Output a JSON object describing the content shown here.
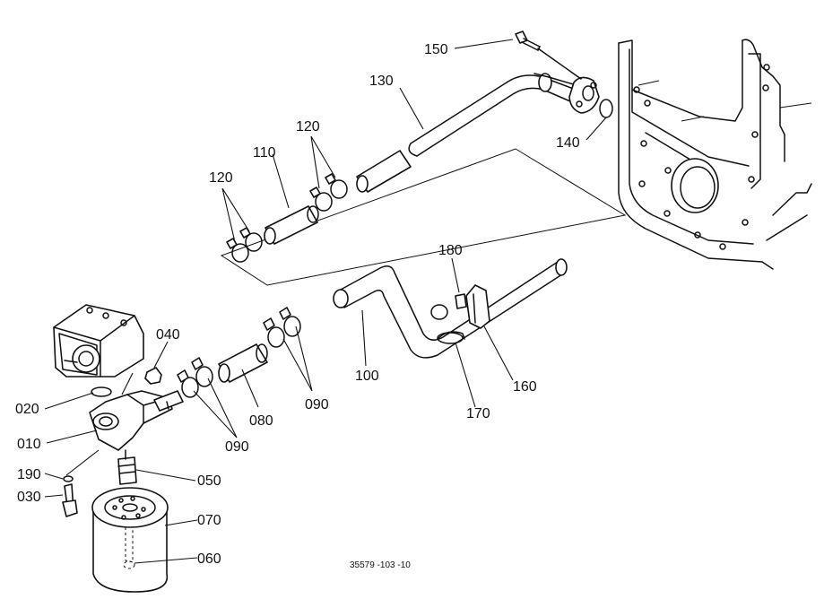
{
  "reference_code": "35579 -103 -10",
  "labels": {
    "p010": "010",
    "p020": "020",
    "p030": "030",
    "p040": "040",
    "p050": "050",
    "p060": "060",
    "p070": "070",
    "p080": "080",
    "p090a": "090",
    "p090b": "090",
    "p100": "100",
    "p110": "110",
    "p120a": "120",
    "p120b": "120",
    "p130": "130",
    "p140": "140",
    "p150": "150",
    "p160": "160",
    "p170": "170",
    "p180": "180",
    "p190": "190"
  }
}
